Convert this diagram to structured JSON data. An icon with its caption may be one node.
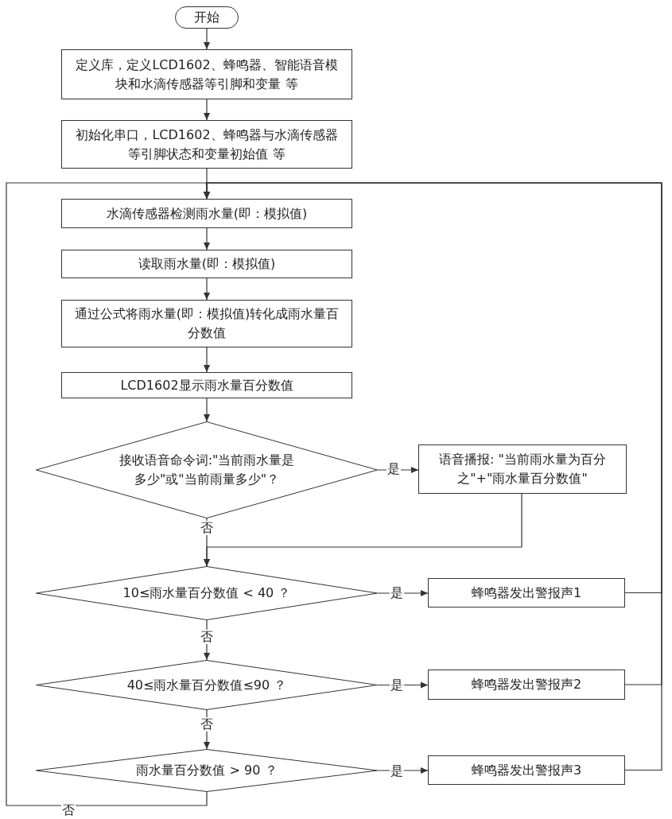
{
  "diagram": {
    "nodes": [
      {
        "text": [
          "开始"
        ]
      },
      {
        "text": [
          "定义库，定义LCD1602、蜂鸣器、智能语音模块和水滴传感器等引脚和变量 等"
        ]
      },
      {
        "text": [
          "初始化串口，LCD1602、蜂鸣器与水滴传感器等引脚状态和变量初始值 等"
        ]
      },
      {
        "text": [
          "水滴传感器检测雨水量(即：模拟值)"
        ]
      },
      {
        "text": [
          "读取雨水量(即：模拟值)"
        ]
      },
      {
        "text": [
          "通过公式将雨水量(即：模拟值)转化成雨水量百分数值"
        ]
      },
      {
        "text": [
          "LCD1602显示雨水量百分数值"
        ]
      },
      {
        "text": [
          "接收语音命令词:\"当前雨水量是多少\"或\"当前雨量多少\"？"
        ]
      },
      {
        "text": [
          "语音播报: \"当前雨水量为百分之\"+\"雨水量百分数值\""
        ]
      },
      {
        "text": [
          "10≤雨水量百分数值 < 40 ？"
        ]
      },
      {
        "text": [
          "蜂鸣器发出警报声1"
        ]
      },
      {
        "text": [
          "40≤雨水量百分数值≤90 ？"
        ]
      },
      {
        "text": [
          "蜂鸣器发出警报声2"
        ]
      },
      {
        "text": [
          "雨水量百分数值 > 90 ？"
        ]
      },
      {
        "text": [
          "蜂鸣器发出警报声3"
        ]
      }
    ],
    "edges": [
      {
        "from": 0,
        "to": 1,
        "arrow": "to"
      },
      {
        "from": 1,
        "to": 2,
        "arrow": "to"
      },
      {
        "from": 2,
        "to": 3,
        "arrow": "to"
      },
      {
        "from": 3,
        "to": 4,
        "arrow": "to"
      },
      {
        "from": 4,
        "to": 5,
        "arrow": "to"
      },
      {
        "from": 5,
        "to": 6,
        "arrow": "to"
      },
      {
        "from": 6,
        "to": 7,
        "arrow": "to"
      },
      {
        "from": 7,
        "to": 8,
        "arrow": "to",
        "label": "是"
      },
      {
        "from": 8,
        "to": 9,
        "arrow": "to"
      },
      {
        "from": 7,
        "to": 9,
        "arrow": "to",
        "label": "否"
      },
      {
        "from": 9,
        "to": 10,
        "arrow": "to",
        "label": "是"
      },
      {
        "from": 10,
        "to": 3,
        "arrow": "to"
      },
      {
        "from": 9,
        "to": 11,
        "arrow": "to",
        "label": "否"
      },
      {
        "from": 11,
        "to": 12,
        "arrow": "to",
        "label": "是"
      },
      {
        "from": 12,
        "to": 3,
        "arrow": "to"
      },
      {
        "from": 11,
        "to": 13,
        "arrow": "to",
        "label": "否"
      },
      {
        "from": 13,
        "to": 14,
        "arrow": "to",
        "label": "是"
      },
      {
        "from": 14,
        "to": 3,
        "arrow": "to"
      },
      {
        "from": 13,
        "to": 3,
        "arrow": "to",
        "label": "否"
      }
    ]
  }
}
